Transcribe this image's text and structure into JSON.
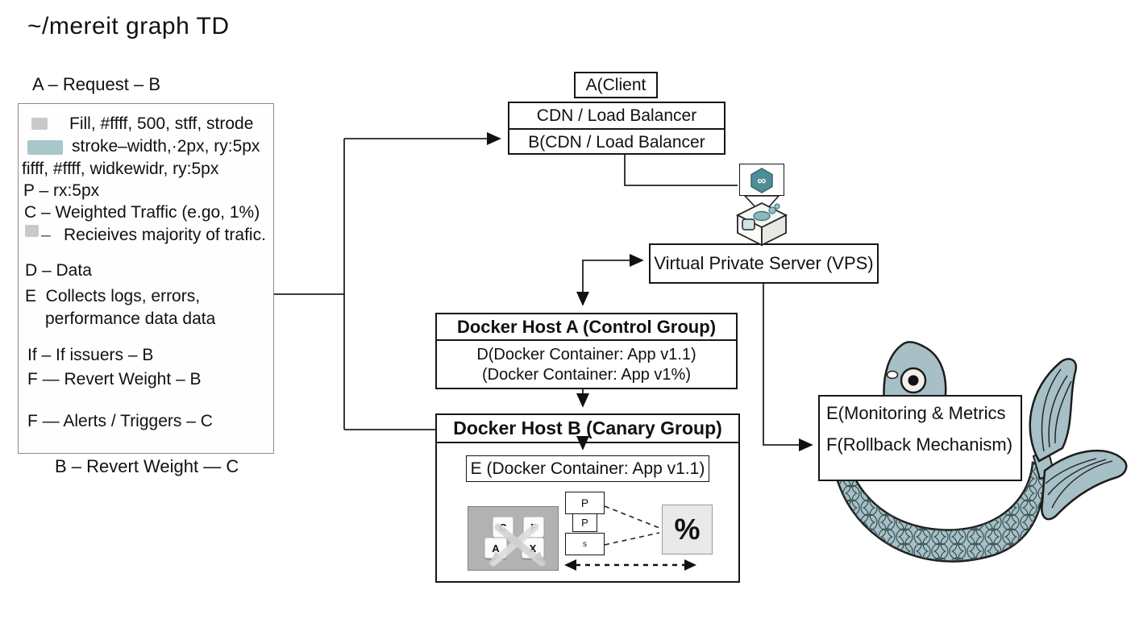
{
  "title": "~/mereit graph TD",
  "edge_label": "A – Request – B",
  "legend": {
    "lines": [
      {
        "text": "Fill, #ffff, 500, stff, strode"
      },
      {
        "text": "stroke–width,·2px, ry:5px"
      },
      {
        "text": "fifff, #ffff, widkewidr, ry:5px"
      },
      {
        "text": "P – rx:5px"
      },
      {
        "text": "C – Weighted Traffic (e.go, 1%)"
      },
      {
        "text": "Recieives majority of trafic."
      },
      {
        "text": "D – Data"
      },
      {
        "text": "E  Collects logs, errors,"
      },
      {
        "text": "performance data data"
      },
      {
        "text": "If – If issuers – B"
      },
      {
        "text": "F — Revert Weight – B"
      },
      {
        "text": "F — Alerts / Triggers – C"
      }
    ],
    "swatch_dash": "–",
    "footer": "B – Revert Weight — C"
  },
  "nodes": {
    "client": "A(Client",
    "cdn_row1": "CDN / Load Balancer",
    "cdn_row2": "B(CDN / Load Balancer",
    "vps": "Virtual Private Server (VPS)",
    "host_a_title": "Docker Host A (Control Group)",
    "host_a_line1": "D(Docker Container: App v1.1)",
    "host_a_line2": "(Docker Container: App v1%)",
    "host_b_title": "Docker Host B (Canary Group)",
    "host_b_container": "E (Docker Container: App v1.1)",
    "monitor_line1": "E(Monitoring & Metrics",
    "monitor_line2": "F(Rollback Mechanism)",
    "percent": "%",
    "keycaps": [
      "C",
      "F",
      "A",
      "X"
    ],
    "stack": [
      "P",
      "P",
      "s"
    ]
  },
  "icons": {
    "hexagon_glyph": "∞"
  },
  "colors": {
    "gray_swatch": "#c9c9c9",
    "teal_swatch": "#a9c6cb",
    "mermaid_body": "#a7bfc6",
    "hexagon": "#4e8e96",
    "gray_panel": "#b2b2b2",
    "percent_bg": "#e9e9e9",
    "box_border": "#161616"
  }
}
